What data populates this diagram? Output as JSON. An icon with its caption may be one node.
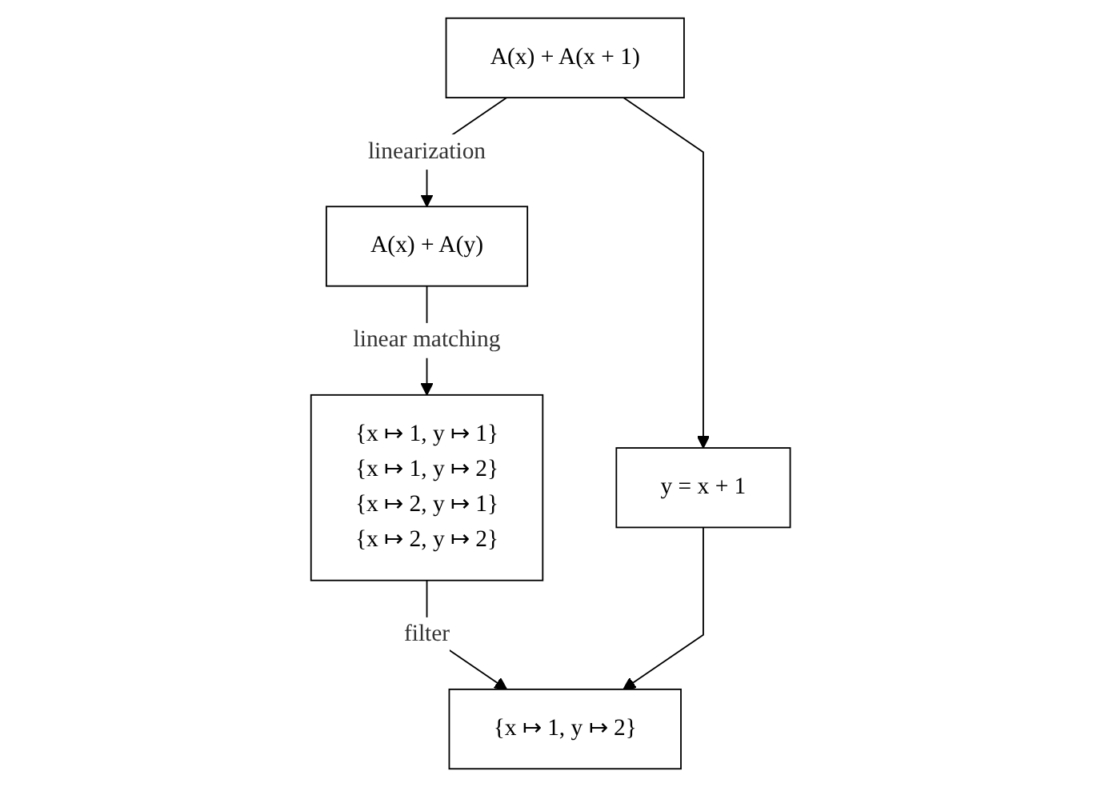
{
  "diagram": {
    "nodes": [
      {
        "text": [
          "A(x) + A(x + 1)"
        ]
      },
      {
        "text": [
          "A(x) + A(y)"
        ]
      },
      {
        "text": [
          "y = x + 1"
        ]
      },
      {
        "text": [
          "{x ↦ 1, y ↦ 1}",
          "{x ↦ 1, y ↦ 2}",
          "{x ↦ 2, y ↦ 1}",
          "{x ↦ 2, y ↦ 2}"
        ]
      },
      {
        "text": [
          "{x ↦ 1, y ↦ 2}"
        ]
      }
    ],
    "edges": [
      {
        "from": 0,
        "to": 1,
        "arrow": "to",
        "label": "linearization"
      },
      {
        "from": 0,
        "to": 2,
        "arrow": "to"
      },
      {
        "from": 1,
        "to": 3,
        "arrow": "to",
        "label": "linear matching"
      },
      {
        "from": 3,
        "to": 4,
        "arrow": "to",
        "label": "filter"
      },
      {
        "from": 2,
        "to": 4,
        "arrow": "to"
      }
    ]
  }
}
